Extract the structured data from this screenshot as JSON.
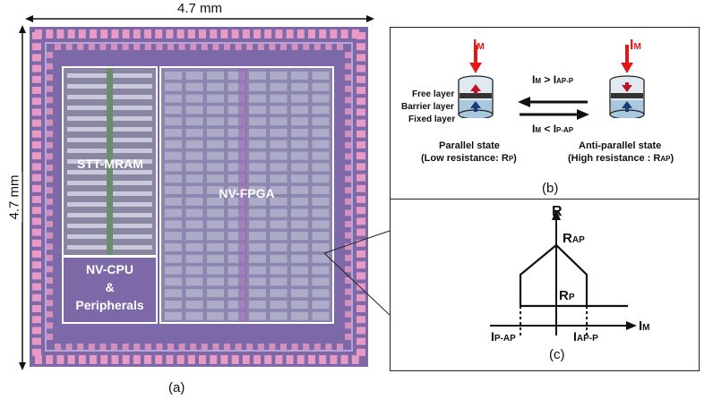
{
  "panel_a": {
    "width_label": "4.7 mm",
    "height_label": "4.7 mm",
    "block_mram": "STT-MRAM",
    "block_cpu_line1": "NV-CPU",
    "block_cpu_line2": "&",
    "block_cpu_line3": "Peripherals",
    "block_fpga": "NV-FPGA",
    "caption": "(a)"
  },
  "panel_b": {
    "current_left": "I",
    "current_left_sub": "M",
    "current_right": "I",
    "current_right_sub": "M",
    "cond_top_pre": "I",
    "cond_top_sub1": "M",
    "cond_top_mid": " > I",
    "cond_top_sub2": "AP-P",
    "cond_bot_pre": "I",
    "cond_bot_sub1": "M",
    "cond_bot_mid": " < I",
    "cond_bot_sub2": "P-AP",
    "layer_free": "Free layer",
    "layer_barrier": "Barrier layer",
    "layer_fixed": "Fixed layer",
    "state_parallel": "Parallel state",
    "state_parallel_res_pre": "(Low resistance: R",
    "state_parallel_res_sub": "P",
    "state_parallel_res_post": ")",
    "state_anti": "Anti-parallel state",
    "state_anti_res_pre": "(High resistance : R",
    "state_anti_res_sub": "AP",
    "state_anti_res_post": ")",
    "caption": "(b)"
  },
  "panel_c": {
    "axis_y": "R",
    "axis_x": "I",
    "axis_x_sub": "M",
    "label_rap": "R",
    "label_rap_sub": "AP",
    "label_rp": "R",
    "label_rp_sub": "P",
    "label_ipap": "I",
    "label_ipap_sub": "P-AP",
    "label_iapp": "I",
    "label_iapp_sub": "AP-P",
    "caption": "(c)"
  },
  "colors": {
    "die": "#7d68a8",
    "pad": "#e79ac4",
    "current_arrow": "#e01818"
  }
}
